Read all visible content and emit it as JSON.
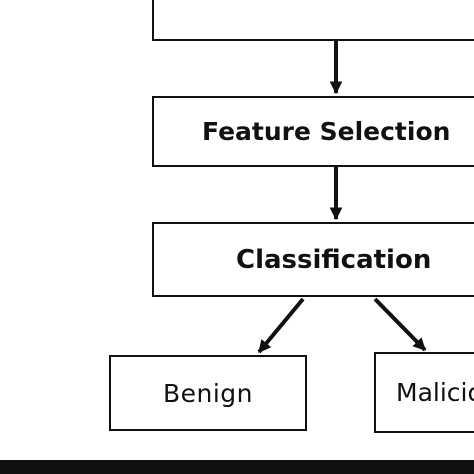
{
  "diagram": {
    "nodes": {
      "feature_selection": "Feature Selection",
      "classification": "Classification",
      "benign": "Benign",
      "malicious": "Malicious"
    },
    "edges": [
      [
        "previous-step",
        "feature_selection"
      ],
      [
        "feature_selection",
        "classification"
      ],
      [
        "classification",
        "benign"
      ],
      [
        "classification",
        "malicious"
      ]
    ]
  },
  "colors": {
    "stroke": "#111111",
    "background": "#ffffff"
  }
}
